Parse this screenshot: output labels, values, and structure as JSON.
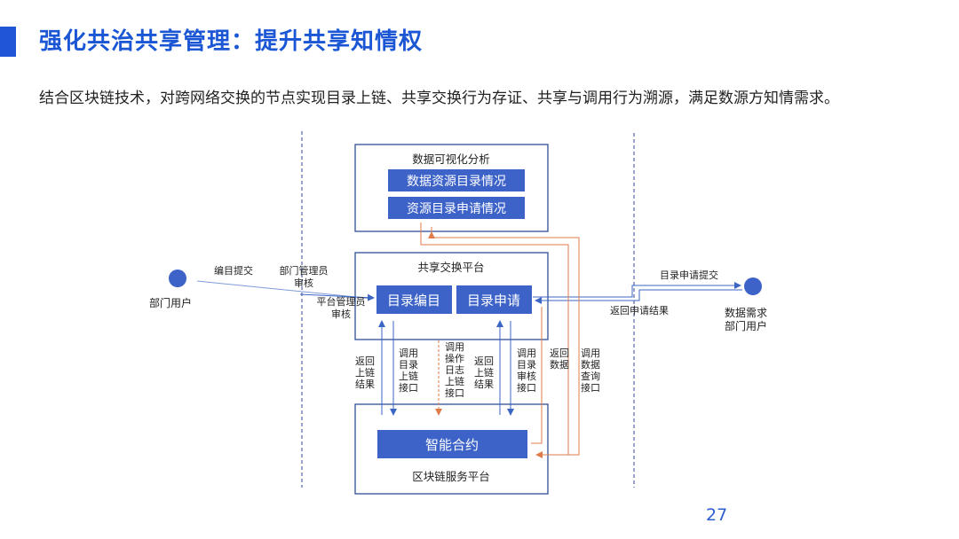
{
  "slide": {
    "title": "强化共治共享管理：提升共享知情权",
    "subtitle": "结合区块链技术，对跨网络交换的节点实现目录上链、共享交换行为存证、共享与调用行为溯源，满足数源方知情需求。",
    "page_number": "27",
    "accent_color": "#1f55d6"
  },
  "diagram": {
    "viz_box": {
      "title": "数据可视化分析",
      "items": [
        "数据资源目录情况",
        "资源目录申请情况"
      ]
    },
    "exchange_box": {
      "title": "共享交换平台",
      "catalog_edit": "目录编目",
      "catalog_apply": "目录申请"
    },
    "chain_box": {
      "contract": "智能合约",
      "title": "区块链服务平台"
    },
    "left_user": {
      "label": "部门用户",
      "edge_submit": "编目提交",
      "dept_admin": [
        "部门管理员",
        "审核"
      ],
      "platform_admin": [
        "平台管理员",
        "审核"
      ]
    },
    "right_user": {
      "label": [
        "数据需求",
        "部门用户"
      ],
      "edge_apply": "目录申请提交",
      "edge_return": "返回申请结果"
    },
    "vertical_labels": {
      "return_chain": [
        "返回",
        "上链",
        "结果"
      ],
      "call_catalog_chain": [
        "调用",
        "目录",
        "上链",
        "接口"
      ],
      "call_log_chain": [
        "调用",
        "操作",
        "日志",
        "上链",
        "接口"
      ],
      "return_chain_2": [
        "返回",
        "上链",
        "结果"
      ],
      "call_catalog_audit": [
        "调用",
        "目录",
        "审核",
        "接口"
      ],
      "return_data": [
        "返回",
        "数据"
      ],
      "call_data_query": [
        "调用",
        "数据",
        "查询",
        "接口"
      ]
    }
  }
}
